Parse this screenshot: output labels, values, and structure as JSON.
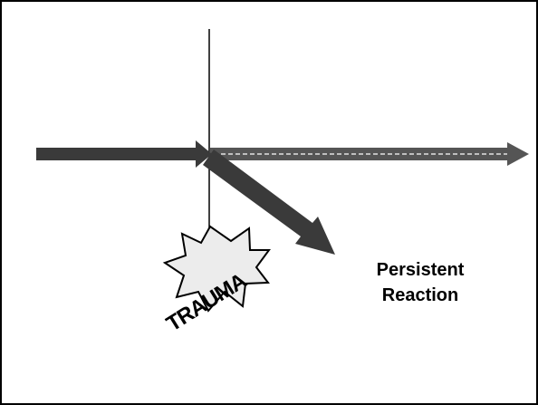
{
  "diagram": {
    "burst_label": "TRAUMA",
    "outcome_label": {
      "line1": "Persistent",
      "line2": "Reaction"
    },
    "colors": {
      "arrow_fill": "#3a3a3a",
      "arrow_dashed_fill": "#555555",
      "dash_stroke": "#bfbfbf",
      "burst_fill": "#ececec",
      "line": "#000000"
    }
  }
}
